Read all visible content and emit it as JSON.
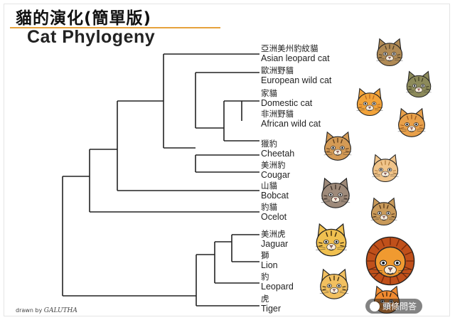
{
  "header": {
    "title_cn": "貓的演化(簡單版)",
    "title_en": "Cat Phylogeny"
  },
  "species": [
    {
      "cn": "亞洲美州豹紋貓",
      "en": "Asian leopard cat",
      "icon": "asian-leopard-cat-icon",
      "fur": "#b08a55",
      "stripe": "#4a3a22"
    },
    {
      "cn": "歐洲野貓",
      "en": "European wild cat",
      "icon": "european-wild-cat-icon",
      "fur": "#8c8a5a",
      "stripe": "#3d3b22"
    },
    {
      "cn": "家貓",
      "en": "Domestic cat",
      "icon": "domestic-cat-icon",
      "fur": "#f2a33a",
      "stripe": "#b5651d"
    },
    {
      "cn": "非洲野貓",
      "en": "African wild cat",
      "icon": "african-wild-cat-icon",
      "fur": "#e8a04a",
      "stripe": "#9b5a1e"
    },
    {
      "cn": "獵豹",
      "en": "Cheetah",
      "icon": "cheetah-icon",
      "fur": "#d49a55",
      "stripe": "#5a3a1a"
    },
    {
      "cn": "美洲豹",
      "en": "Cougar",
      "icon": "cougar-icon",
      "fur": "#f0c48a",
      "stripe": "#b07a3a"
    },
    {
      "cn": "山貓",
      "en": "Bobcat",
      "icon": "bobcat-icon",
      "fur": "#9e8a7a",
      "stripe": "#3e3028"
    },
    {
      "cn": "豹貓",
      "en": "Ocelot",
      "icon": "ocelot-icon",
      "fur": "#c99a5a",
      "stripe": "#4a2e14"
    },
    {
      "cn": "美洲虎",
      "en": "Jaguar",
      "icon": "jaguar-icon",
      "fur": "#f0c050",
      "stripe": "#3a2a10"
    },
    {
      "cn": "獅",
      "en": "Lion",
      "icon": "lion-icon",
      "fur": "#f09a30",
      "stripe": "#c0501a"
    },
    {
      "cn": "豹",
      "en": "Leopard",
      "icon": "leopard-icon",
      "fur": "#f2c060",
      "stripe": "#3a2a10"
    },
    {
      "cn": "虎",
      "en": "Tiger",
      "icon": "tiger-icon",
      "fur": "#f08a30",
      "stripe": "#2a1a0a"
    }
  ],
  "credit": {
    "prefix": "drawn by",
    "artist": "GALUTHA"
  },
  "watermark": {
    "text": "頭條問答"
  },
  "colors": {
    "tree_line": "#222222",
    "title_rule": "#e6a23c"
  }
}
